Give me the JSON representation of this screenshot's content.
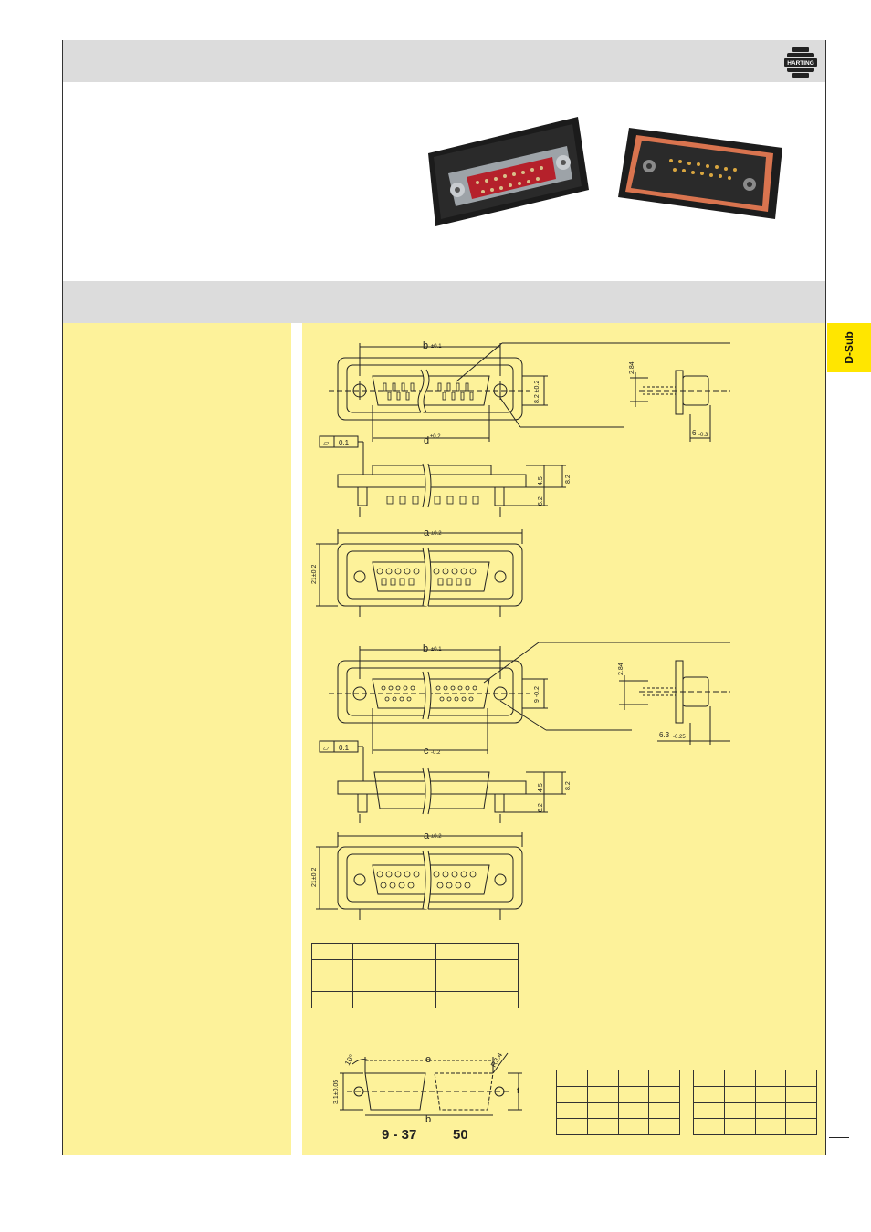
{
  "logo": {
    "text": "HARTING"
  },
  "side_tab": {
    "label": "D-Sub"
  },
  "drawing1": {
    "dim_top": "b",
    "dim_top_tol": "±0.1",
    "dim_height_tol": "8.2 ±0.2",
    "dim_side_h": "2.84",
    "dim_side_w": "6",
    "dim_side_w_tol": "-0.3",
    "flatness_symbol": "▱",
    "flatness_value": "0.1",
    "dim_d": "d",
    "dim_d_tol": "±0.2",
    "dim_right_a": "4.5",
    "dim_right_b": "8.2",
    "dim_right_c": "6.2",
    "dim_bottom": "a",
    "dim_bottom_tol": "±0.2",
    "dim_left": "21±0.2"
  },
  "drawing2": {
    "dim_top": "b",
    "dim_top_tol": "±0.1",
    "dim_height_tol": "9 -0.2",
    "dim_side_h": "2.84",
    "dim_side_w": "6.3",
    "dim_side_w_tol": "-0.25",
    "flatness_symbol": "▱",
    "flatness_value": "0.1",
    "dim_c": "c",
    "dim_c_tol": "-0.2",
    "dim_right_a": "4.5",
    "dim_right_b": "8.2",
    "dim_right_c": "6.2",
    "dim_bottom": "a",
    "dim_bottom_tol": "±0.2",
    "dim_left": "21±0.2"
  },
  "cutout": {
    "angle": "10°",
    "radius": "R3.4",
    "dim_e": "e",
    "dim_b": "b",
    "dim_f": "f",
    "dim_left": "3.1±0.05",
    "series_a": "9 - 37",
    "series_b": "50"
  }
}
